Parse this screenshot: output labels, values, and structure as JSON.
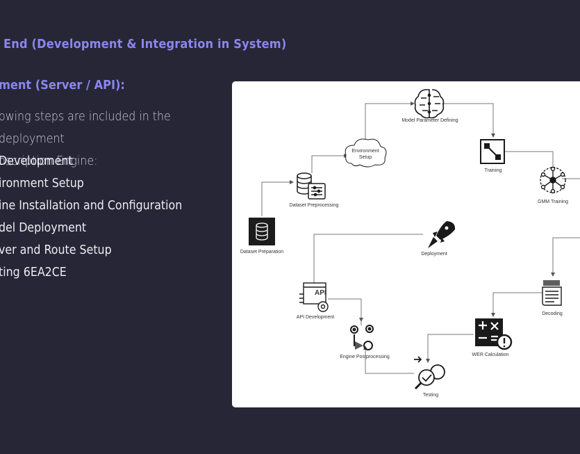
{
  "slide": {
    "title": "End (Development & Integration in System)",
    "subtitle": "ment (Server / API):",
    "intro_lines": [
      "owing steps are included in the deployment",
      "nscription Engine:"
    ],
    "steps": [
      "Development",
      "ironment Setup",
      "ine Installation and Configuration",
      "del Deployment",
      "ver and Route Setup",
      "ting 6EA2CE"
    ]
  },
  "diagram": {
    "nodes": {
      "dataset_preparation": "Dataset Preparation",
      "dataset_preprocessing": "Dataset Preprocessing",
      "environment_setup_1": "Environment",
      "environment_setup_2": "Setup",
      "model_parameter_defining": "Model Parameter Defining",
      "training": "Training",
      "gmm_training": "GMM Training",
      "deployment": "Deployment",
      "api_development": "API Development",
      "decoding": "Decoding",
      "engine_postprocessing": "Engine Postprocessing",
      "wer_calculation": "WER Calculation",
      "testing": "Testing",
      "api_icon_text": "API"
    }
  },
  "colors": {
    "background": "#262637",
    "heading": "#8b86ef",
    "body_text": "#ececf2",
    "intro_text": "#c9c9d4",
    "panel": "#ffffff",
    "icon_stroke": "#1a1a1a"
  }
}
